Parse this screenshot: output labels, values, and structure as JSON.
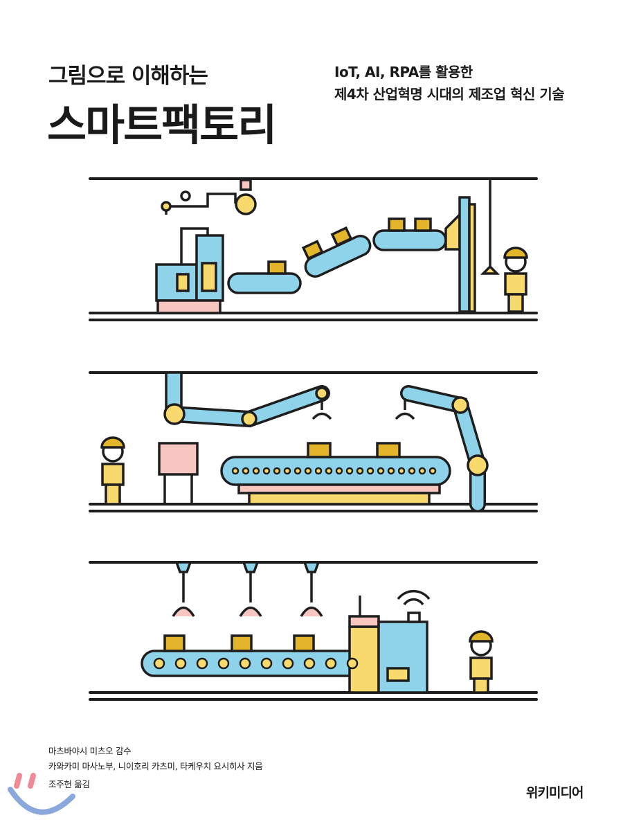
{
  "cover": {
    "title_small": "그림으로 이해하는",
    "title_big": "스마트팩토리",
    "subtitle_line1": "IoT, AI, RPA를 활용한",
    "subtitle_line2": "제4차 산업혁명 시대의 제조업 혁신 기술",
    "credits": {
      "supervisor": "마츠바야시 미츠오 감수",
      "authors": "카와카미 마사노부, 니이호리 카츠미, 타케우치 요시히사 지음",
      "translator": "조주헌 옮김"
    },
    "publisher": "위키미디어"
  },
  "colors": {
    "blue": "#8fd3ea",
    "yellow": "#f7d96e",
    "mustard": "#e3b52a",
    "pink": "#f7c6c0",
    "stroke": "#1e1e1e"
  }
}
